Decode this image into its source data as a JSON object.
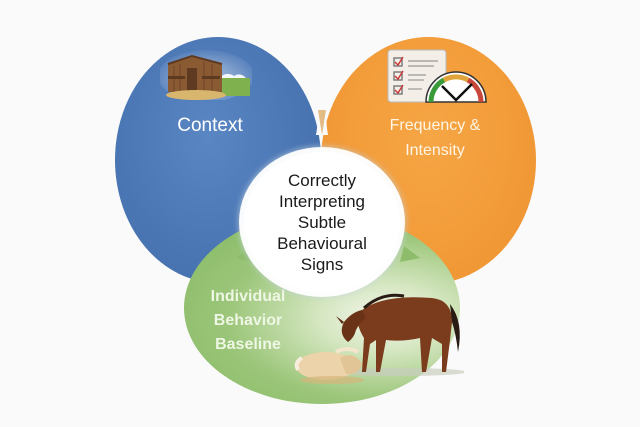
{
  "diagram": {
    "title": "Correctly Interpreting Subtle Behavioural Signs",
    "center": {
      "lines": [
        "Correctly",
        "Interpreting",
        "Subtle",
        "Behavioural",
        "Signs"
      ]
    },
    "circles": [
      {
        "id": "context",
        "label_lines": [
          "Context"
        ],
        "color": "#4a75b3",
        "icon": "barn-landscape-icon"
      },
      {
        "id": "frequency-intensity",
        "label_lines": [
          "Frequency &",
          "Intensity"
        ],
        "color": "#f29a38",
        "icon": "checklist-gauge-icon"
      },
      {
        "id": "individual-baseline",
        "label_lines": [
          "Individual",
          "Behavior",
          "Baseline"
        ],
        "color": "#8bbd68",
        "icon": "horse-and-resting-foal-illustration"
      }
    ],
    "background": "#fafafa"
  }
}
